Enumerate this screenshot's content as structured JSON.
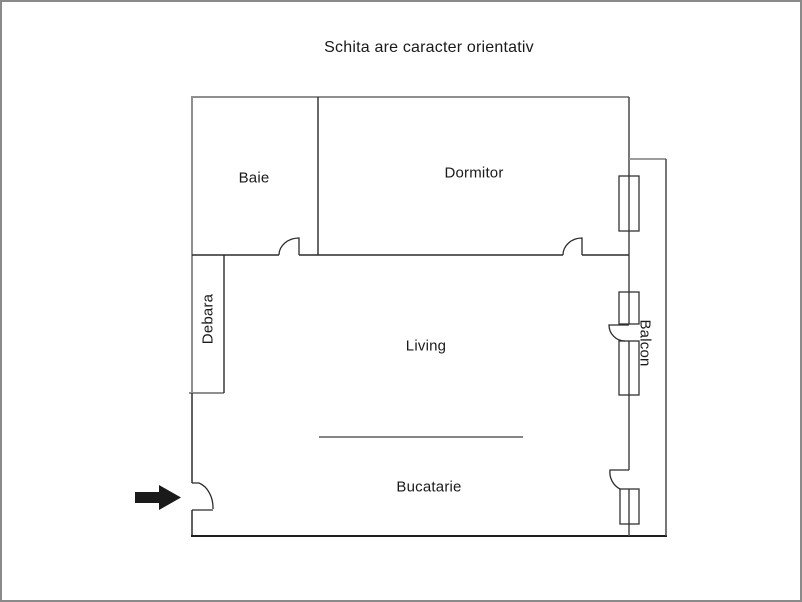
{
  "title": "Schita are caracter orientativ",
  "rooms": {
    "baie": {
      "label": "Baie"
    },
    "dormitor": {
      "label": "Dormitor"
    },
    "debara": {
      "label": "Debara",
      "orientation": "vertical-bottom-to-top"
    },
    "living": {
      "label": "Living"
    },
    "bucatarie": {
      "label": "Bucatarie"
    },
    "balcon": {
      "label": "Balcon",
      "orientation": "vertical-top-to-bottom"
    }
  },
  "icons": {
    "entrance_arrow": {
      "name": "entrance-arrow-icon",
      "direction": "right",
      "color": "#1a1a1a"
    }
  },
  "colors": {
    "wall_dark": "#2b2b2b",
    "wall_medium": "#4a4a4a",
    "wall_gray": "#8f8f8f",
    "counter_line": "#858585",
    "page_border": "#8a8a8a",
    "background": "#ffffff",
    "text": "#1a1a1a"
  }
}
